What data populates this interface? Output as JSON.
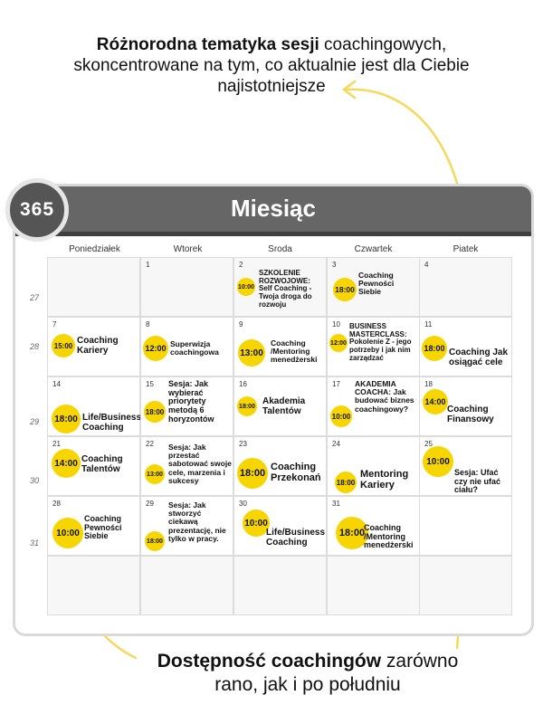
{
  "caption_top": {
    "bold": "Różnorodna tematyka sesji",
    "rest1": " coachingowych,",
    "line2": "skoncentrowane na tym, co aktualnie jest dla Ciebie",
    "line3": "najistotniejsze"
  },
  "caption_bottom": {
    "bold": "Dostępność coachingów",
    "rest1": " zarówno",
    "line2": "rano, jak i po południu"
  },
  "calendar": {
    "logo_text": "365",
    "title": "Miesiąc",
    "days": [
      "Poniedziałek",
      "Wtorek",
      "Sroda",
      "Czwartek",
      "Piatek"
    ],
    "weeks": [
      "27",
      "28",
      "29",
      "30",
      "31"
    ],
    "cells": [
      {
        "day": "",
        "time": "",
        "text": ""
      },
      {
        "day": "1",
        "time": "",
        "text": ""
      },
      {
        "day": "2",
        "time": "10:00",
        "text": "SZKOLENIE ROZWOJOWE: Self Coaching - Twoja droga do rozwoju"
      },
      {
        "day": "3",
        "time": "18:00",
        "text": "Coaching Pewności Siebie"
      },
      {
        "day": "4",
        "time": "",
        "text": ""
      },
      {
        "day": "7",
        "time": "15:00",
        "text": "Coaching Kariery"
      },
      {
        "day": "8",
        "time": "12:00",
        "text": "Superwizja coachingowa"
      },
      {
        "day": "9",
        "time": "13:00",
        "text": "Coaching /Mentoring menedżerski"
      },
      {
        "day": "10",
        "time": "12:00",
        "text": "BUSINESS MASTERCLASS: Pokolenie Z - jego potrzeby i jak nim zarządzać"
      },
      {
        "day": "11",
        "time": "18:00",
        "text": "Coaching Jak osiągać cele"
      },
      {
        "day": "14",
        "time": "18:00",
        "text": "Life/Business Coaching"
      },
      {
        "day": "15",
        "time": "18:00",
        "text": "Sesja: Jak wybierać priorytety metodą 6 horyzontów"
      },
      {
        "day": "16",
        "time": "18:00",
        "text": "Akademia Talentów"
      },
      {
        "day": "17",
        "time": "10:00",
        "text": "AKADEMIA COACHA: Jak budować biznes coachingowy?"
      },
      {
        "day": "18",
        "time": "14:00",
        "text": "Coaching Finansowy"
      },
      {
        "day": "21",
        "time": "14:00",
        "text": "Coaching Talentów"
      },
      {
        "day": "22",
        "time": "13:00",
        "text": "Sesja: Jak przestać sabotować swoje cele, marzenia i sukcesy"
      },
      {
        "day": "23",
        "time": "18:00",
        "text": "Coaching Przekonań"
      },
      {
        "day": "24",
        "time": "18:00",
        "text": "Mentoring Kariery"
      },
      {
        "day": "25",
        "time": "10:00",
        "text": "Sesja: Ufać czy nie ufać ciału?"
      },
      {
        "day": "28",
        "time": "10:00",
        "text": "Coaching Pewności Siebie"
      },
      {
        "day": "29",
        "time": "18:00",
        "text": "Sesja: Jak stworzyć ciekawą prezentację, nie tylko w pracy."
      },
      {
        "day": "30",
        "time": "10:00",
        "text": "Life/Business Coaching"
      },
      {
        "day": "31",
        "time": "18:00",
        "text": "Coaching /Mentoring menedżerski"
      },
      {
        "day": "",
        "time": "",
        "text": ""
      },
      {
        "day": "",
        "time": "",
        "text": ""
      },
      {
        "day": "",
        "time": "",
        "text": ""
      },
      {
        "day": "",
        "time": "",
        "text": ""
      },
      {
        "day": "",
        "time": "",
        "text": ""
      },
      {
        "day": "",
        "time": "",
        "text": ""
      }
    ]
  },
  "colors": {
    "accent": "#f7d500",
    "header": "#666666",
    "arrow": "#f5d85c"
  }
}
